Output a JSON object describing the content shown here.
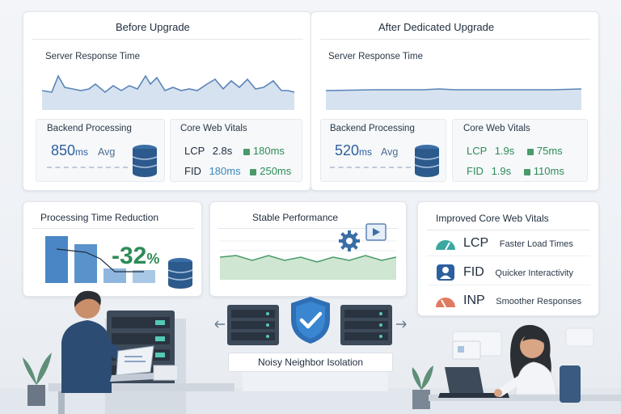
{
  "before": {
    "title": "Before Upgrade",
    "response_label": "Server Response Time",
    "backend": {
      "label": "Backend Processing",
      "value": "850",
      "unit": "ms",
      "avg": "Avg"
    },
    "vitals": {
      "label": "Core Web Vitals",
      "lcp_name": "LCP",
      "lcp_value": "2.8s",
      "lcp_extra": "180ms",
      "fid_name": "FID",
      "fid_value": "180ms",
      "fid_extra": "250ms"
    }
  },
  "after": {
    "title": "After Dedicated Upgrade",
    "response_label": "Server Response Time",
    "backend": {
      "label": "Backend Processing",
      "value": "520",
      "unit": "ms",
      "avg": "Avg"
    },
    "vitals": {
      "label": "Core Web Vitals",
      "lcp_name": "LCP",
      "lcp_value": "1.9s",
      "lcp_extra": "75ms",
      "fid_name": "FID",
      "fid_value": "1.9s",
      "fid_extra": "110ms"
    }
  },
  "reduction": {
    "title": "Processing Time Reduction",
    "percent": "-32",
    "percent_unit": "%"
  },
  "stable": {
    "title": "Stable Performance"
  },
  "improved": {
    "title": "Improved Core Web Vitals",
    "items": [
      {
        "name": "LCP",
        "desc": "Faster Load Times"
      },
      {
        "name": "FID",
        "desc": "Quicker Interactivity"
      },
      {
        "name": "INP",
        "desc": "Smoother Responses"
      }
    ]
  },
  "isolation": {
    "label": "Noisy Neighbor Isolation"
  },
  "colors": {
    "accent": "#2d5f9e",
    "green": "#2e8b57",
    "red": "#e07a5f",
    "teal": "#3aa7a0"
  }
}
